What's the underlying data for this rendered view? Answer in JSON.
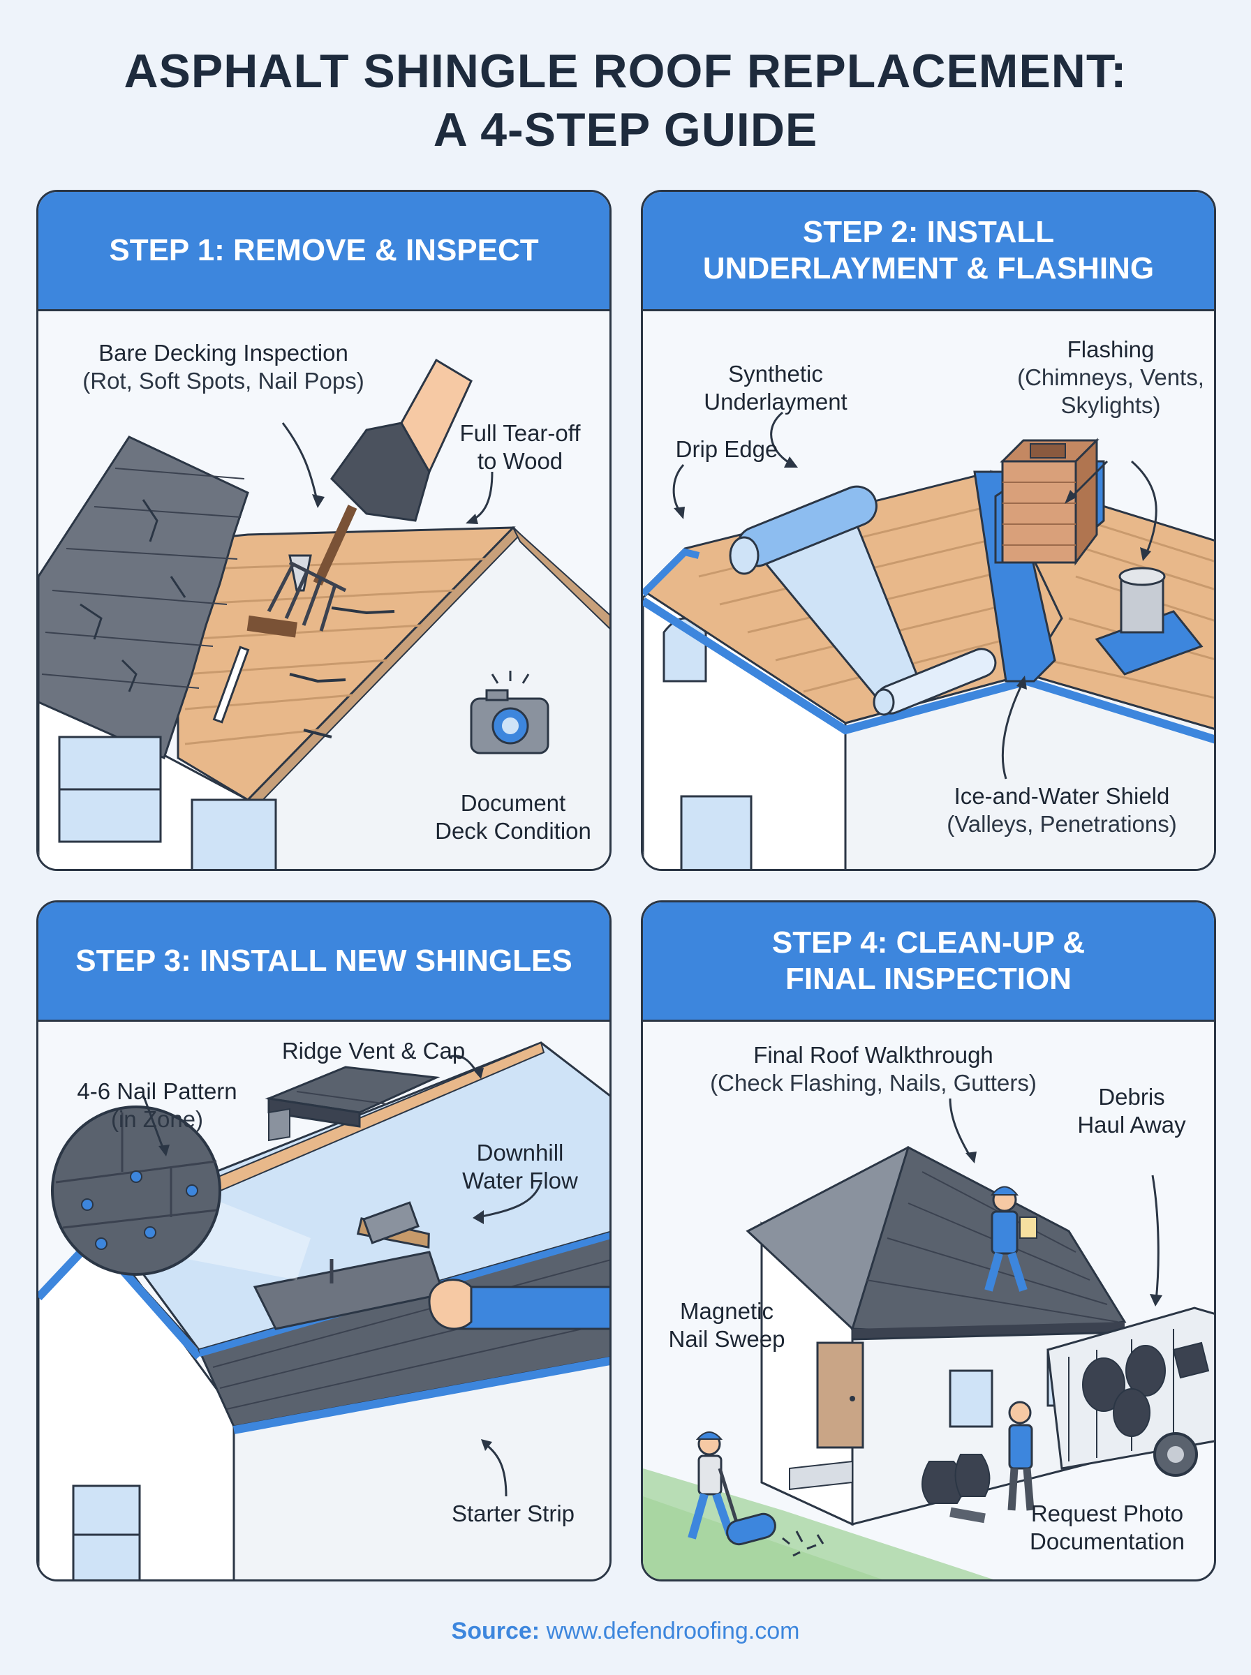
{
  "title": {
    "line1": "ASPHALT SHINGLE ROOF REPLACEMENT:",
    "line2": "A 4-STEP GUIDE"
  },
  "panels": [
    {
      "heading": [
        "STEP 1: REMOVE & INSPECT"
      ],
      "labels": {
        "bare_decking": {
          "title": "Bare Decking Inspection",
          "sub": "(Rot, Soft Spots, Nail Pops)"
        },
        "tear_off": {
          "line1": "Full Tear-off",
          "line2": "to Wood"
        },
        "document": {
          "line1": "Document",
          "line2": "Deck Condition"
        }
      }
    },
    {
      "heading": [
        "STEP 2: INSTALL",
        "UNDERLAYMENT & FLASHING"
      ],
      "labels": {
        "synthetic": {
          "line1": "Synthetic",
          "line2": "Underlayment"
        },
        "flashing": {
          "title": "Flashing",
          "sub1": "(Chimneys, Vents,",
          "sub2": "Skylights)"
        },
        "drip_edge": "Drip Edge",
        "ice_water": {
          "title": "Ice-and-Water Shield",
          "sub": "(Valleys, Penetrations)"
        }
      }
    },
    {
      "heading": [
        "STEP 3: INSTALL NEW SHINGLES"
      ],
      "labels": {
        "ridge_vent": "Ridge Vent & Cap",
        "nail_pattern": {
          "title": "4-6 Nail Pattern",
          "sub": "(in Zone)"
        },
        "downhill": {
          "line1": "Downhill",
          "line2": "Water Flow"
        },
        "starter": "Starter Strip"
      }
    },
    {
      "heading": [
        "STEP 4: CLEAN-UP &",
        "FINAL INSPECTION"
      ],
      "labels": {
        "walkthrough": {
          "title": "Final Roof Walkthrough",
          "sub": "(Check Flashing, Nails, Gutters)"
        },
        "debris": {
          "line1": "Debris",
          "line2": "Haul Away"
        },
        "magnetic": {
          "line1": "Magnetic",
          "line2": "Nail Sweep"
        },
        "photo": {
          "line1": "Request Photo",
          "line2": "Documentation"
        }
      }
    }
  ],
  "source": {
    "prefix": "Source:",
    "url": "www.defendroofing.com"
  },
  "colors": {
    "header_blue": "#3d86dd",
    "wood": "#e8b88a",
    "shingle": "#5a626e",
    "underlayment": "#cfe3f7",
    "grass": "#a9d6a2"
  }
}
